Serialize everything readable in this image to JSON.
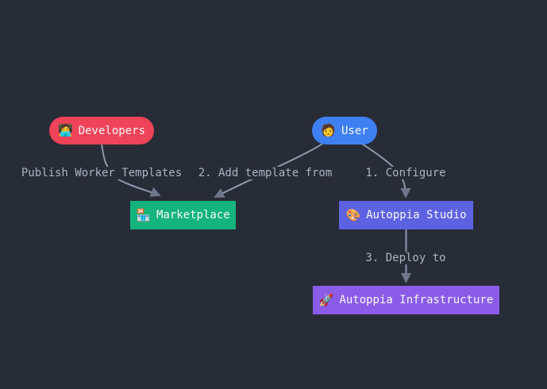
{
  "diagram": {
    "type": "flowchart",
    "background_color": "#282c37",
    "edge_color": "#8e99ab",
    "arrow_color": "#6e7789",
    "edge_label_color": "#a9b4c2",
    "node_text_color": "#f6f8fa",
    "nodes": [
      {
        "id": "developers",
        "label": "Developers",
        "emoji": "🧑‍💻",
        "icon": "technologist-emoji",
        "color": "#ee4358",
        "shape": "stadium"
      },
      {
        "id": "user",
        "label": "User",
        "emoji": "🧑",
        "icon": "person-emoji",
        "color": "#3e80f1",
        "shape": "stadium"
      },
      {
        "id": "marketplace",
        "label": "Marketplace",
        "emoji": "🏪",
        "icon": "convenience-store-emoji",
        "color": "#14b47c",
        "shape": "rect"
      },
      {
        "id": "studio",
        "label": "Autoppia Studio",
        "emoji": "🎨",
        "icon": "artist-palette-emoji",
        "color": "#5d62e2",
        "shape": "rect"
      },
      {
        "id": "infrastructure",
        "label": "Autoppia Infrastructure",
        "emoji": "🚀",
        "icon": "rocket-emoji",
        "color": "#8a5ce8",
        "shape": "rect"
      }
    ],
    "edges": [
      {
        "from": "Developers",
        "to": "Marketplace",
        "label": "Publish Worker Templates"
      },
      {
        "from": "User",
        "to": "Marketplace",
        "label": "2. Add template from"
      },
      {
        "from": "User",
        "to": "Autoppia Studio",
        "label": "1. Configure"
      },
      {
        "from": "Autoppia Studio",
        "to": "Autoppia Infrastructure",
        "label": "3. Deploy to"
      }
    ]
  }
}
